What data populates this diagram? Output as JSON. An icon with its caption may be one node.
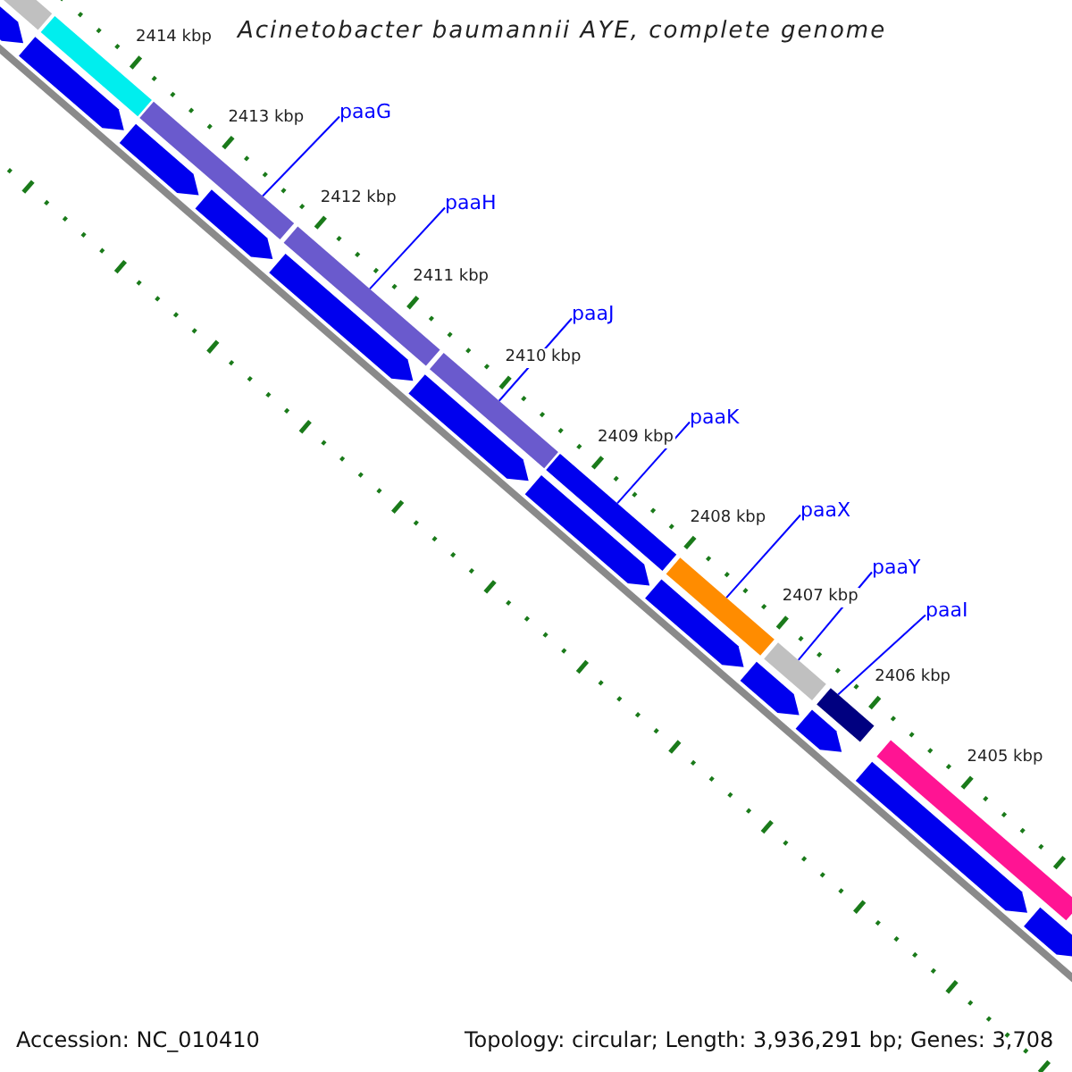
{
  "diagram": {
    "title": "Acinetobacter baumannii AYE, complete genome",
    "nodes": [
      {
        "text": [
          "paaG"
        ]
      },
      {
        "text": [
          "paaH"
        ]
      },
      {
        "text": [
          "paaJ"
        ]
      },
      {
        "text": [
          "paaK"
        ]
      },
      {
        "text": [
          "paaX"
        ]
      },
      {
        "text": [
          "paaY"
        ]
      },
      {
        "text": [
          "paaI"
        ]
      },
      {
        "text": [],
        "shape": "bar"
      },
      {
        "text": [],
        "shape": "bar"
      },
      {
        "text": [],
        "shape": "bar"
      },
      {
        "text": [],
        "shape": "bar"
      },
      {
        "text": [],
        "shape": "bar"
      },
      {
        "text": [],
        "shape": "bar"
      },
      {
        "text": [],
        "shape": "bar"
      },
      {
        "text": [],
        "shape": "bar"
      },
      {
        "text": [],
        "shape": "bar"
      },
      {
        "text": [],
        "shape": "bar"
      },
      {
        "text": [],
        "shape": "bar"
      },
      {
        "text": [],
        "shape": "bar"
      },
      {
        "text": [],
        "shape": "bar"
      },
      {
        "text": [],
        "shape": "bar"
      },
      {
        "text": [],
        "shape": "bar"
      },
      {
        "text": [],
        "shape": "bar"
      },
      {
        "text": [],
        "shape": "bar"
      },
      {
        "text": [],
        "shape": "bar"
      },
      {
        "text": [],
        "shape": "bar"
      },
      {
        "text": [],
        "shape": "bar"
      },
      {
        "text": [],
        "shape": "bar"
      },
      {
        "text": [],
        "shape": "bar"
      }
    ],
    "edges": [
      {
        "from": 0,
        "to": 7,
        "arrow": "none"
      },
      {
        "from": 1,
        "to": 8,
        "arrow": "none"
      },
      {
        "from": 2,
        "to": 9,
        "arrow": "none"
      },
      {
        "from": 3,
        "to": 10,
        "arrow": "none"
      },
      {
        "from": 4,
        "to": 11,
        "arrow": "none"
      },
      {
        "from": 5,
        "to": 12,
        "arrow": "none"
      },
      {
        "from": 6,
        "to": 13,
        "arrow": "none"
      }
    ],
    "labels": [
      "2414 kbp",
      "2413 kbp",
      "2412 kbp",
      "2411 kbp",
      "2410 kbp",
      "2409 kbp",
      "2408 kbp",
      "2407 kbp",
      "2406 kbp",
      "2405 kbp",
      "Accession: NC_010410",
      "Topology: circular; Length: 3,936,291 bp; Genes: 3,708"
    ]
  }
}
